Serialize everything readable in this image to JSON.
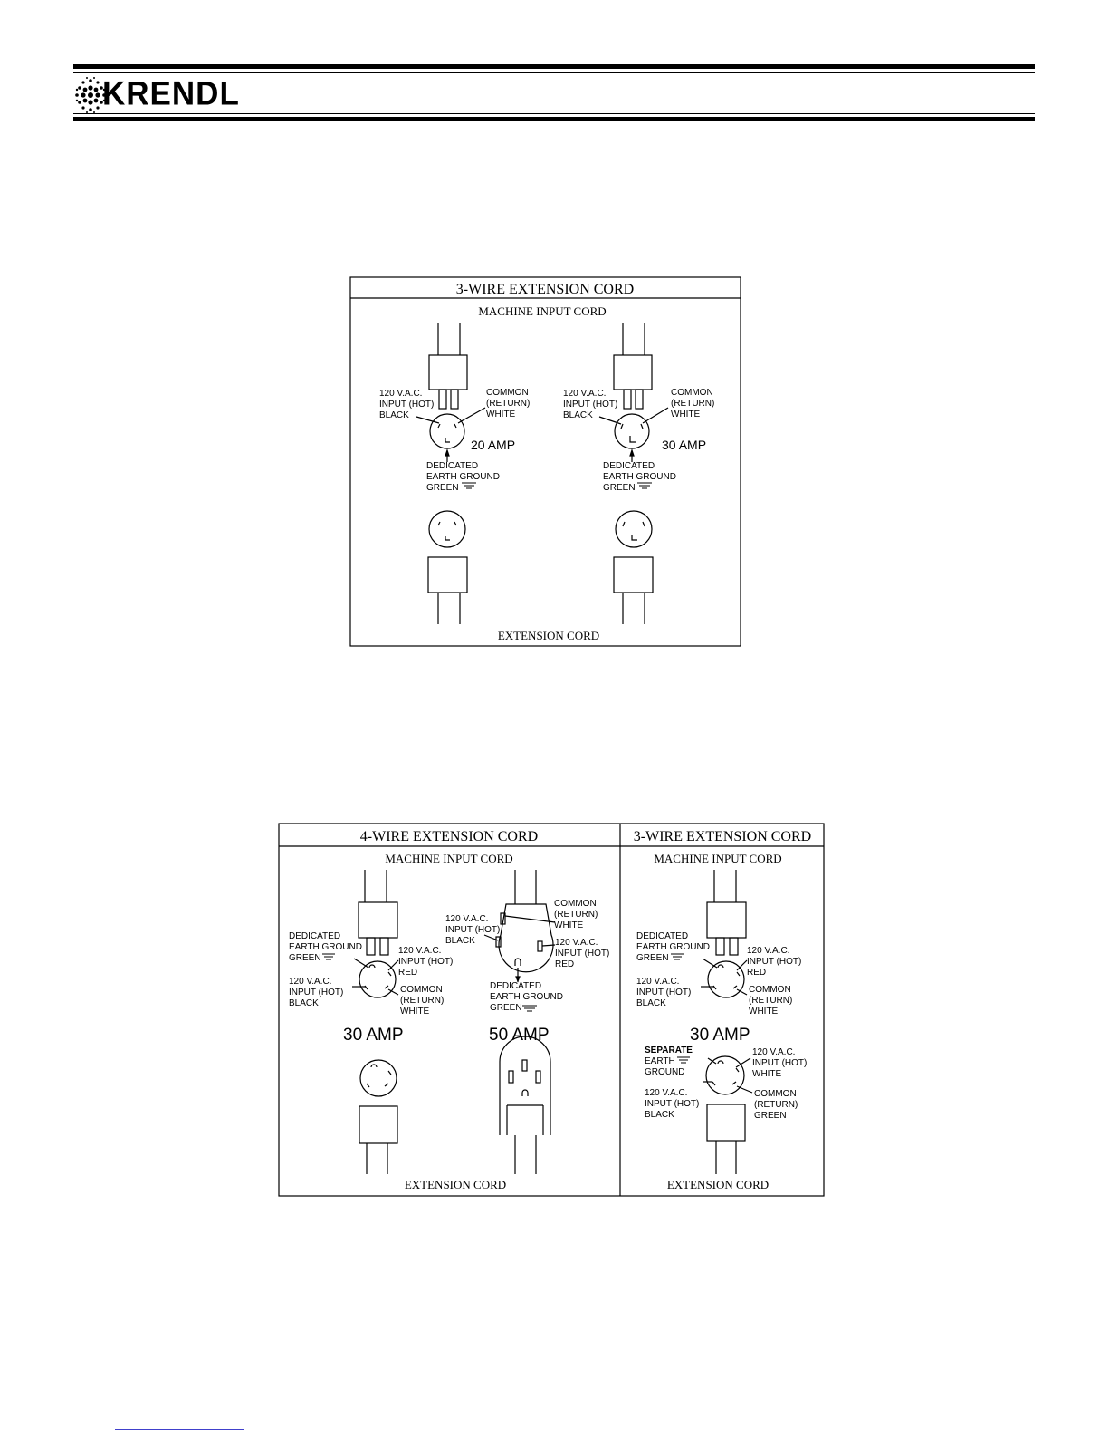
{
  "header": {
    "logo_text": "KRENDL"
  },
  "diagram1": {
    "title": "3-WIRE EXTENSION CORD",
    "top_label": "MACHINE INPUT CORD",
    "bottom_label": "EXTENSION CORD",
    "left": {
      "hot_label": [
        "120 V.A.C.",
        "INPUT (HOT)",
        "BLACK"
      ],
      "common_label": [
        "COMMON",
        "(RETURN)",
        "WHITE"
      ],
      "ground_label": [
        "DEDICATED",
        "EARTH GROUND",
        "GREEN"
      ],
      "amp": "20 AMP"
    },
    "right": {
      "hot_label": [
        "120 V.A.C.",
        "INPUT (HOT)",
        "BLACK"
      ],
      "common_label": [
        "COMMON",
        "(RETURN)",
        "WHITE"
      ],
      "ground_label": [
        "DEDICATED",
        "EARTH GROUND",
        "GREEN"
      ],
      "amp": "30 AMP"
    }
  },
  "diagram2": {
    "left_title": "4-WIRE EXTENSION CORD",
    "right_title": "3-WIRE EXTENSION CORD",
    "left_top_label": "MACHINE INPUT CORD",
    "right_top_label": "MACHINE INPUT CORD",
    "left_bottom_label": "EXTENSION CORD",
    "right_bottom_label": "EXTENSION CORD",
    "plug_a": {
      "ground_label": [
        "DEDICATED",
        "EARTH GROUND",
        "GREEN"
      ],
      "hot_red_label": [
        "120 V.A.C.",
        "INPUT (HOT)",
        "RED"
      ],
      "hot_black_label": [
        "120 V.A.C.",
        "INPUT (HOT)",
        "BLACK"
      ],
      "common_label": [
        "COMMON",
        "(RETURN)",
        "WHITE"
      ],
      "amp": "30 AMP"
    },
    "plug_b": {
      "hot_black_label": [
        "120 V.A.C.",
        "INPUT (HOT)",
        "BLACK"
      ],
      "common_label": [
        "COMMON",
        "(RETURN)",
        "WHITE"
      ],
      "hot_red_label": [
        "120 V.A.C.",
        "INPUT (HOT)",
        "RED"
      ],
      "ground_label": [
        "DEDICATED",
        "EARTH GROUND",
        "GREEN"
      ],
      "amp": "50 AMP"
    },
    "plug_c": {
      "ground_label": [
        "DEDICATED",
        "EARTH GROUND",
        "GREEN"
      ],
      "hot_red_label": [
        "120 V.A.C.",
        "INPUT (HOT)",
        "RED"
      ],
      "hot_black_label": [
        "120 V.A.C.",
        "INPUT (HOT)",
        "BLACK"
      ],
      "common_label": [
        "COMMON",
        "(RETURN)",
        "WHITE"
      ],
      "amp": "30 AMP",
      "sep_ground_label": [
        "SEPARATE",
        "EARTH",
        "GROUND"
      ],
      "sep_hot_white_label": [
        "120 V.A.C.",
        "INPUT (HOT)",
        "WHITE"
      ],
      "sep_hot_black_label": [
        "120 V.A.C.",
        "INPUT (HOT)",
        "BLACK"
      ],
      "sep_common_label": [
        "COMMON",
        "(RETURN)",
        "GREEN"
      ]
    }
  }
}
